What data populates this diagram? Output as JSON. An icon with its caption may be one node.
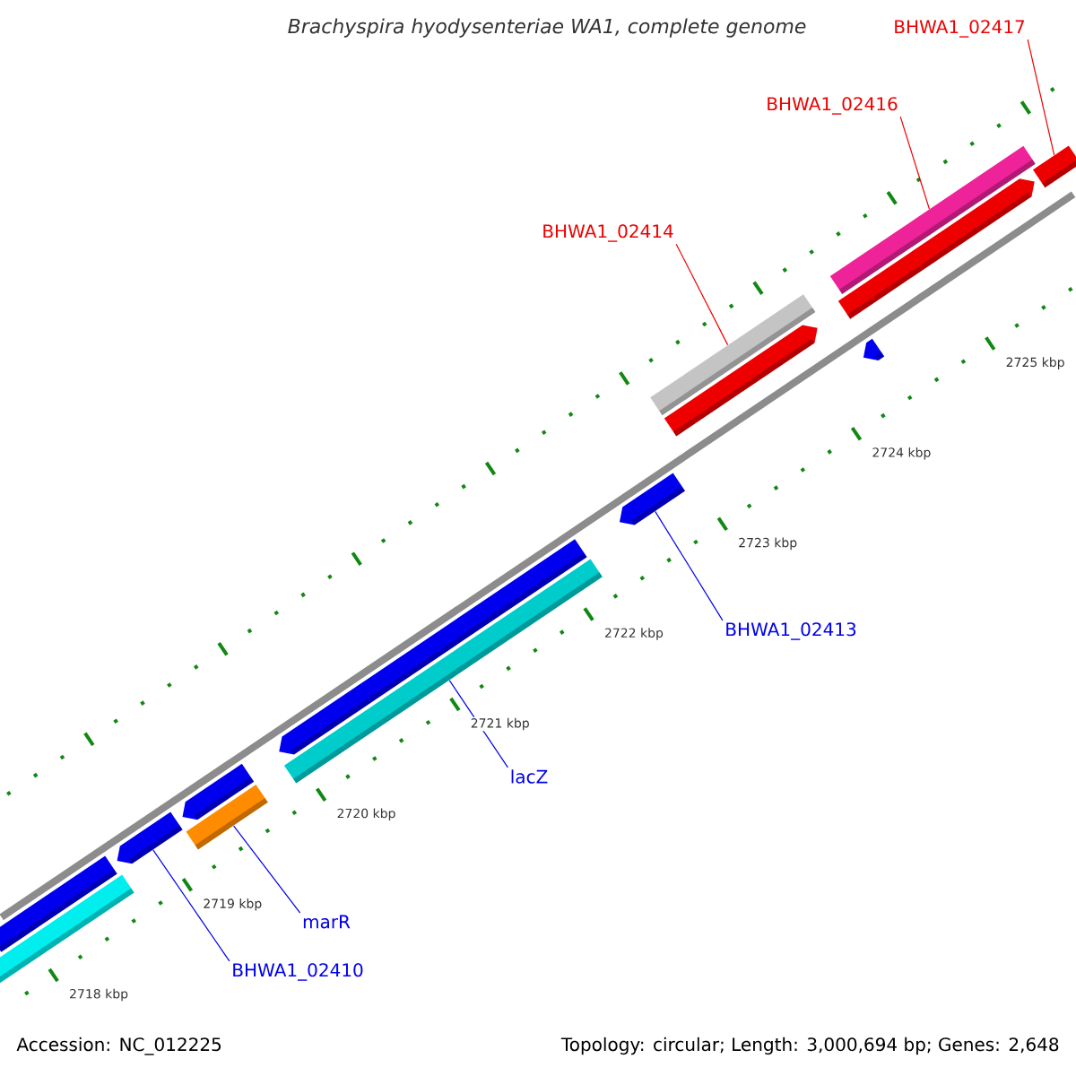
{
  "diagram": {
    "title": "Brachyspira hyodysenteriae WA1, complete genome",
    "nodes": [
      {
        "text": [
          "BHWA1_02417"
        ]
      },
      {
        "text": [
          "BHWA1_02416"
        ]
      },
      {
        "text": [
          "BHWA1_02414"
        ]
      },
      {
        "text": [
          "BHWA1_02413"
        ]
      },
      {
        "text": [
          "lacZ"
        ]
      },
      {
        "text": [
          "marR"
        ]
      },
      {
        "text": [
          "BHWA1_02410"
        ]
      },
      {
        "text": [],
        "shape": "bar"
      },
      {
        "text": [],
        "shape": "bar"
      },
      {
        "text": [],
        "shape": "bar"
      },
      {
        "text": [],
        "shape": "bar"
      },
      {
        "text": [],
        "shape": "bar"
      },
      {
        "text": [],
        "shape": "bar"
      },
      {
        "text": [],
        "shape": "bar"
      }
    ],
    "edges": [
      {
        "from": 0,
        "to": 13,
        "arrow": "none",
        "color": "#ee0000"
      },
      {
        "from": 1,
        "to": 12,
        "arrow": "none",
        "color": "#ee0000"
      },
      {
        "from": 2,
        "to": 11,
        "arrow": "none",
        "color": "#ee0000"
      },
      {
        "from": 3,
        "to": 10,
        "arrow": "none"
      },
      {
        "from": 4,
        "to": 9,
        "arrow": "none"
      },
      {
        "from": 5,
        "to": 8,
        "arrow": "none"
      },
      {
        "from": 6,
        "to": 7,
        "arrow": "none"
      }
    ],
    "labels": [
      "2718 kbp",
      "2719 kbp",
      "2720 kbp",
      "2721 kbp",
      "2722 kbp",
      "2723 kbp",
      "2724 kbp",
      "2725 kbp",
      "Accession: NC_012225",
      "Topology: circular; Length: 3,000,694 bp; Genes: 2,648"
    ]
  }
}
